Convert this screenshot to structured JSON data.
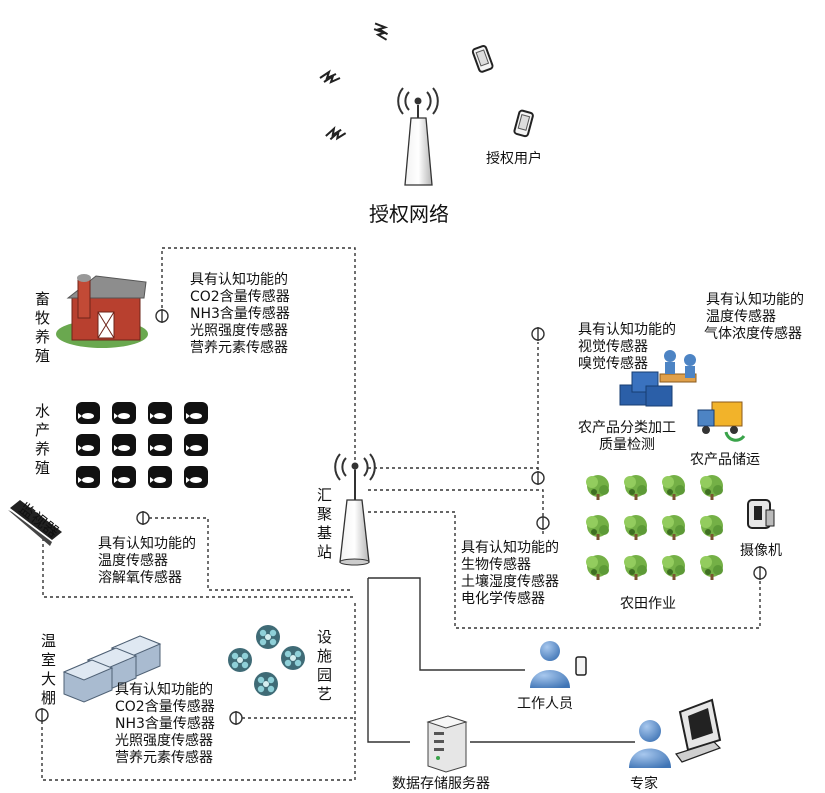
{
  "top": {
    "network_title": "授权网络",
    "authorized_users": "授权用户"
  },
  "livestock": {
    "title": "畜牧养殖",
    "sensor_lines": [
      "具有认知功能的",
      "CO2含量传感器",
      "NH3含量传感器",
      "光照强度传感器",
      "营养元素传感器"
    ]
  },
  "aquaculture": {
    "title": "水产养殖",
    "sensor_lines": [
      "具有认知功能的",
      "温度传感器",
      "溶解氧传感器"
    ]
  },
  "monitor": {
    "label": "监视器"
  },
  "base_station": {
    "label": "汇聚基站"
  },
  "greenhouse": {
    "title": "温室大棚",
    "sensor_lines": [
      "具有认知功能的",
      "CO2含量传感器",
      "NH3含量传感器",
      "光照强度传感器",
      "营养元素传感器"
    ]
  },
  "horticulture": {
    "title": "设施园艺"
  },
  "processing": {
    "sensor_lines": [
      "具有认知功能的",
      "视觉传感器",
      "嗅觉传感器"
    ],
    "label_lines": [
      "农产品分类加工",
      "质量检测"
    ]
  },
  "storage_transport": {
    "sensor_lines": [
      "具有认知功能的",
      "温度传感器",
      "气体浓度传感器"
    ],
    "label": "农产品储运"
  },
  "field": {
    "sensor_lines": [
      "具有认知功能的",
      "生物传感器",
      "土壤湿度传感器",
      "电化学传感器"
    ],
    "label": "农田作业"
  },
  "camera": {
    "label": "摄像机"
  },
  "staff": {
    "label": "工作人员"
  },
  "server": {
    "label": "数据存储服务器"
  },
  "expert": {
    "label": "专家"
  },
  "colors": {
    "line": "#333333",
    "barn_red": "#b8402f",
    "grass": "#6aa84f",
    "person_blue": "#4d84c4",
    "tree_green": "#74b046"
  }
}
